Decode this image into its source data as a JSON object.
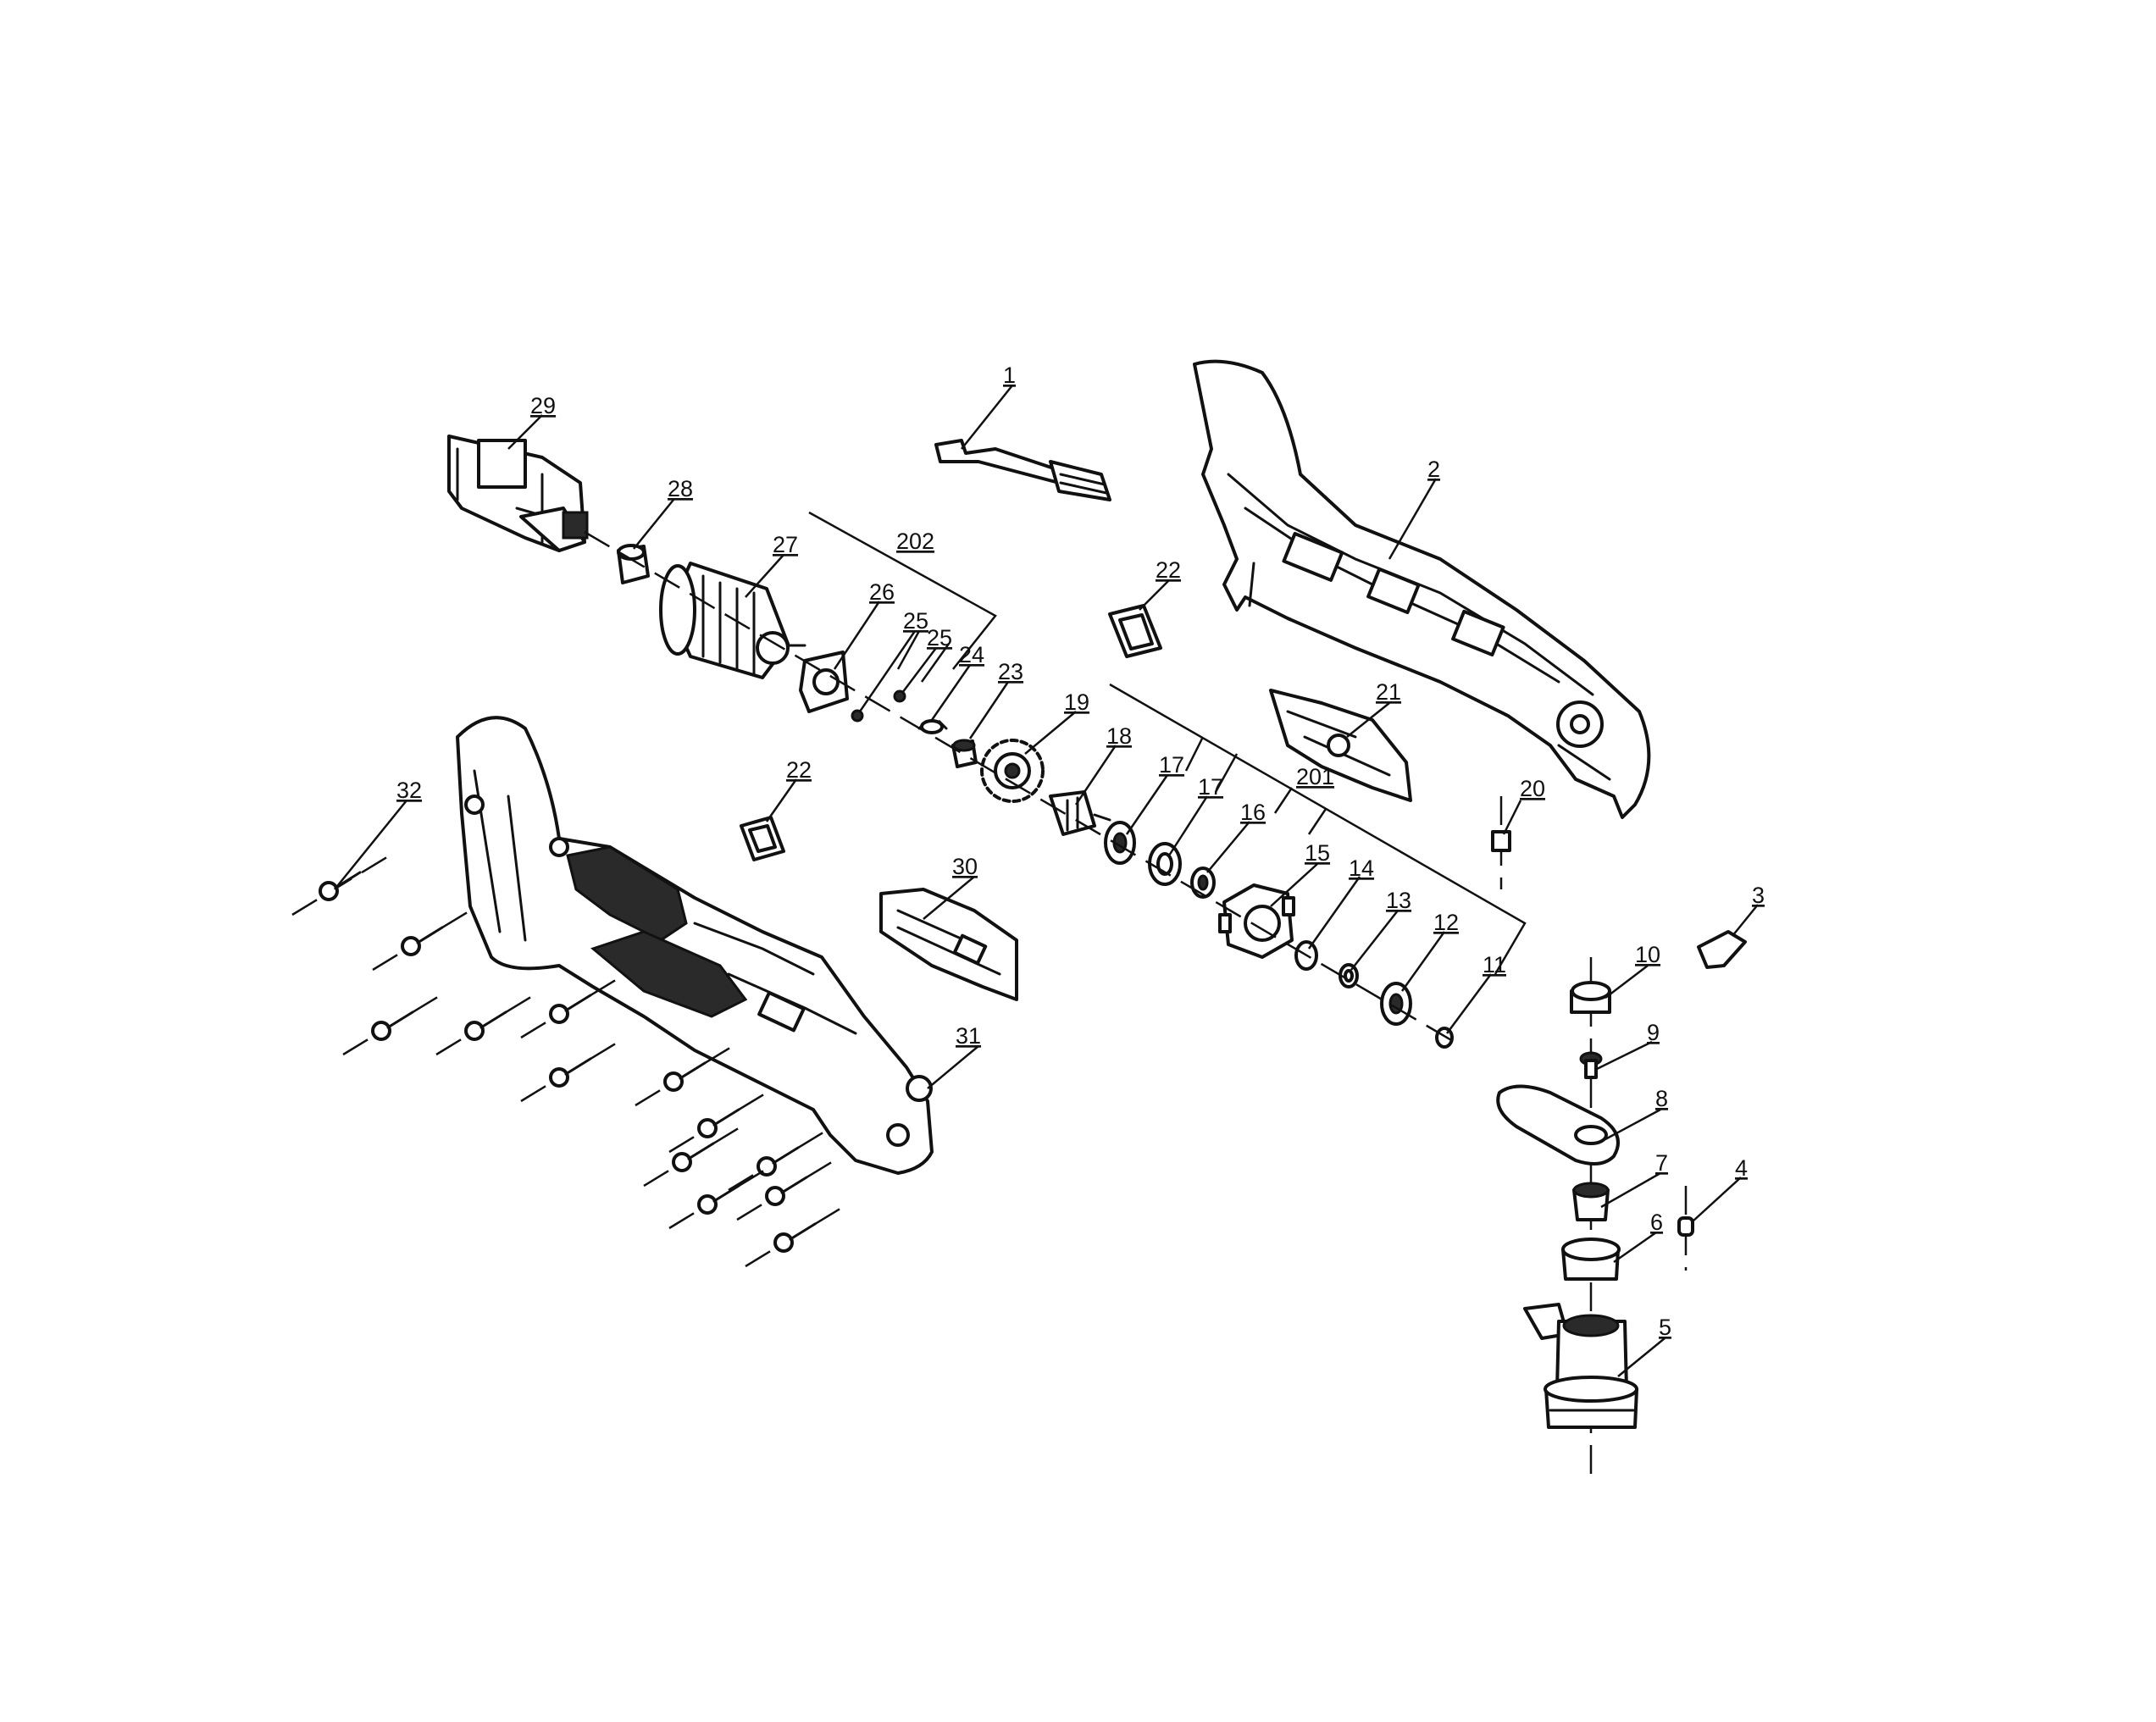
{
  "labels": {
    "l1": "1",
    "l2": "2",
    "l3": "3",
    "l4": "4",
    "l5": "5",
    "l6": "6",
    "l7": "7",
    "l8": "8",
    "l9": "9",
    "l10": "10",
    "l11": "11",
    "l12": "12",
    "l13": "13",
    "l14": "14",
    "l15": "15",
    "l16": "16",
    "l17a": "17",
    "l17b": "17",
    "l18": "18",
    "l19": "19",
    "l20": "20",
    "l21": "21",
    "l22a": "22",
    "l22b": "22",
    "l23": "23",
    "l24": "24",
    "l25a": "25",
    "l25b": "25",
    "l26": "26",
    "l27": "27",
    "l28": "28",
    "l29": "29",
    "l30": "30",
    "l31": "31",
    "l32": "32",
    "l201": "201",
    "l202": "202"
  }
}
